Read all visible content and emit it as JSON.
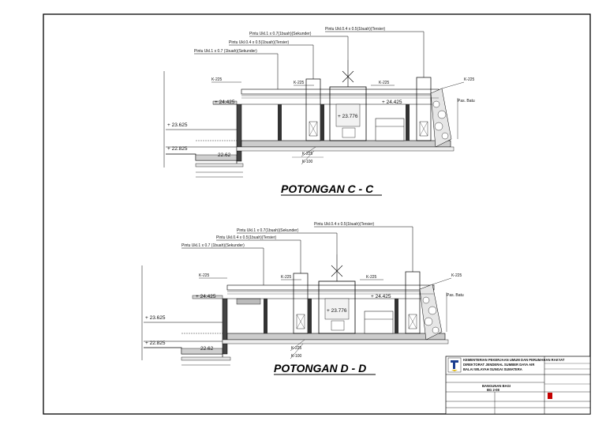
{
  "section_cc": {
    "title": "POTONGAN C - C",
    "callouts": [
      "Pintu Ukl.0.4 x 0.5(1buah)(Tersier)",
      "Pintu Ukl.1 x 0.7(1buah)(Sekunder)",
      "Pintu Ukl.0.4 x 0.5(1buah)(Tersier)",
      "Pintu Ukl.1 x 0.7 (1buah)(Sekunder)"
    ],
    "k_labels": [
      "K-225",
      "K-225",
      "K-225",
      "K-225",
      "K-225",
      "K-100"
    ],
    "elevations": [
      "+ 24.425",
      "+ 24.425",
      "+ 23.776",
      "+ 23.625",
      "+ 22.825",
      "22.62"
    ],
    "note": "Pas. Batu"
  },
  "section_dd": {
    "title": "POTONGAN D - D",
    "callouts": [
      "Pintu Ukl.0.4 x 0.5(1buah)(Tersier)",
      "Pintu Ukl.1 x 0.7(1buah)(Sekunder)",
      "Pintu Ukl.0.4 x 0.5(1buah)(Tersier)",
      "Pintu Ukl.1 x 0.7 (1buah)(Sekunder)"
    ],
    "k_labels": [
      "K-225",
      "K-225",
      "K-225",
      "K-225",
      "K-225",
      "K-100"
    ],
    "elevations": [
      "+ 24.425",
      "+ 24.425",
      "+ 23.776",
      "+ 23.625",
      "+ 22.825",
      "22.62"
    ],
    "note": "Pas. Batu"
  },
  "title_block": {
    "agency_lines": [
      "KEMENTERIAN PEKERJAAN UMUM DAN PERUMAHAN RAKYAT",
      "DIREKTORAT JENDERAL SUMBER DAYA AIR",
      "BALAI WILAYAH SUNGAI SUMATERA"
    ],
    "drawing_name": "BANGUNAN BAGI",
    "drawing_code": "BG 2-08"
  }
}
